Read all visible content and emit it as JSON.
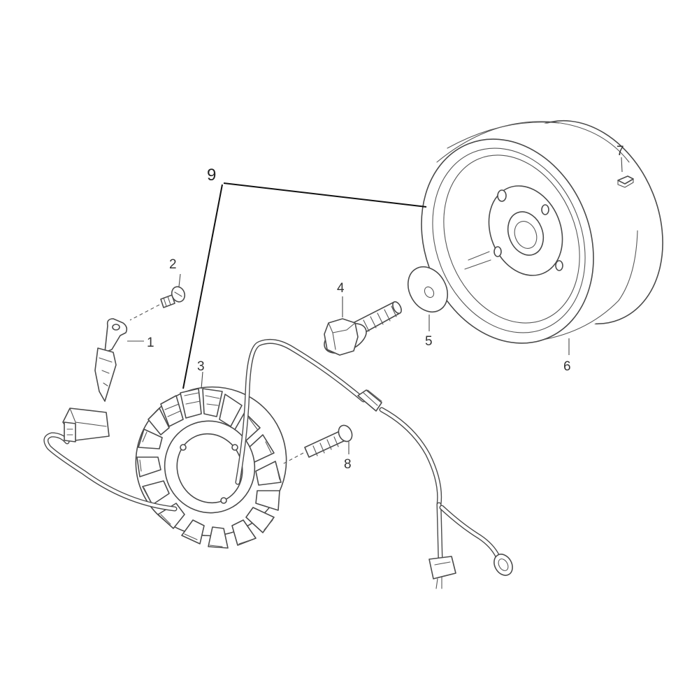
{
  "callouts": {
    "c1": "1",
    "c2": "2",
    "c3": "3",
    "c4": "4",
    "c5": "5",
    "c6": "6",
    "c7": "7",
    "c8": "8",
    "c9": "9"
  },
  "colors": {
    "line": "#4a4a4a",
    "background": "#ffffff"
  }
}
